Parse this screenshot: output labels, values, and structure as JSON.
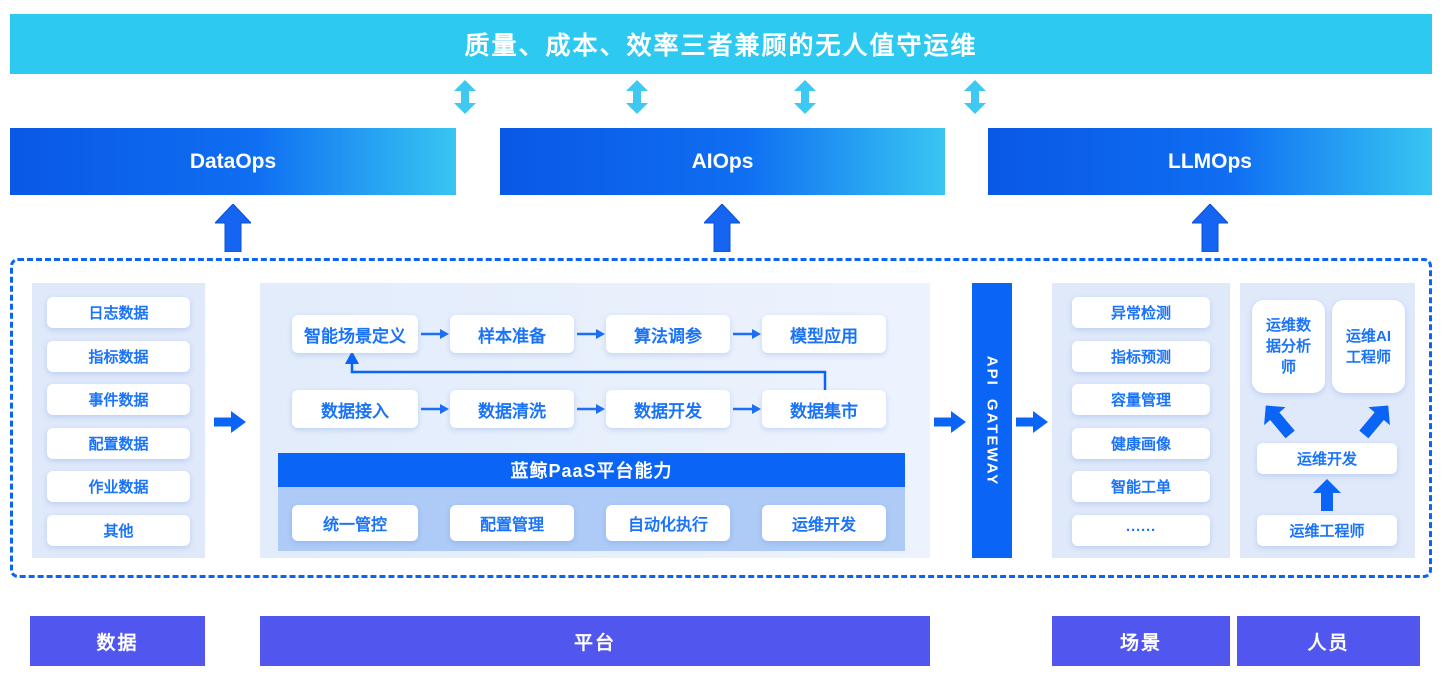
{
  "banner": {
    "title": "质量、成本、效率三者兼顾的无人值守运维"
  },
  "ops_row": [
    {
      "label": "DataOps"
    },
    {
      "label": "AIOps"
    },
    {
      "label": "LLMOps"
    }
  ],
  "data_panel": {
    "items": [
      "日志数据",
      "指标数据",
      "事件数据",
      "配置数据",
      "作业数据",
      "其他"
    ]
  },
  "ml_flow": {
    "top": [
      "智能场景定义",
      "样本准备",
      "算法调参",
      "模型应用"
    ],
    "bottom": [
      "数据接入",
      "数据清洗",
      "数据开发",
      "数据集市"
    ]
  },
  "paas": {
    "title": "蓝鲸PaaS平台能力",
    "items": [
      "统一管控",
      "配置管理",
      "自动化执行",
      "运维开发"
    ]
  },
  "gateway": {
    "label": "API GATEWAY"
  },
  "scene_panel": {
    "items": [
      "异常检测",
      "指标预测",
      "容量管理",
      "健康画像",
      "智能工单",
      "······"
    ]
  },
  "people_panel": {
    "roles_top": [
      "运维数据分析师",
      "运维AI工程师"
    ],
    "middle": "运维开发",
    "bottom": "运维工程师"
  },
  "bottom_row": [
    {
      "label": "数据"
    },
    {
      "label": "平台"
    },
    {
      "label": "场景"
    },
    {
      "label": "人员"
    }
  ],
  "colors": {
    "banner_cyan": "#2DC9F1",
    "arrow_cyan": "#3EC9F2",
    "primary_blue": "#0A64F5",
    "ops_gradient_start": "#0A58E6",
    "ops_gradient_end": "#38C6F1",
    "panel_light_blue": "#DFE9FA",
    "paas_body_blue": "#AECBF7",
    "box_text_blue": "#1B74F8",
    "bottom_purple": "#5157EE"
  }
}
